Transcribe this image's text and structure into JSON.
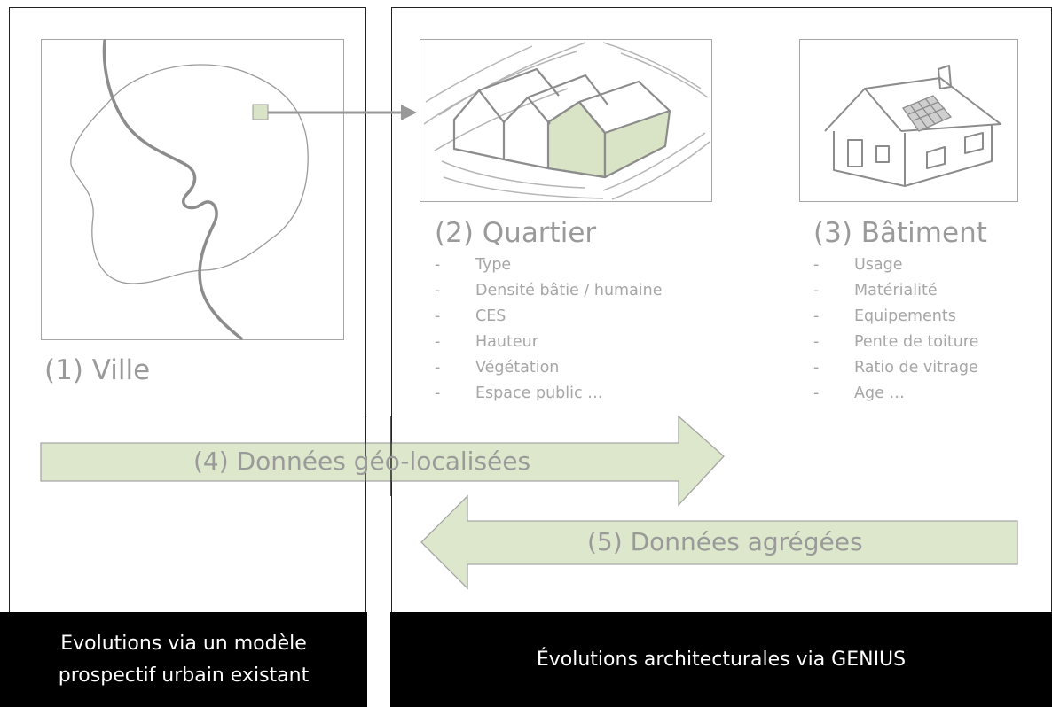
{
  "colors": {
    "accent_green": "#d9e4c6",
    "arrow_green": "#dde7cb",
    "sketch_gray": "#8c8c8c",
    "label_gray": "#9a9a9a",
    "bar_black": "#000000"
  },
  "ville": {
    "title": "(1) Ville"
  },
  "quartier": {
    "title": "(2) Quartier",
    "items": [
      {
        "dash": "-",
        "text": "Type"
      },
      {
        "dash": "-",
        "text": "Densité bâtie / humaine"
      },
      {
        "dash": "-",
        "text": "CES"
      },
      {
        "dash": "-",
        "text": "Hauteur"
      },
      {
        "dash": "-",
        "text": "Végétation"
      },
      {
        "dash": "-",
        "text": "Espace public …"
      }
    ]
  },
  "batiment": {
    "title": "(3) Bâtiment",
    "items": [
      {
        "dash": "-",
        "text": "Usage"
      },
      {
        "dash": "-",
        "text": "Matérialité"
      },
      {
        "dash": "-",
        "text": "Equipements"
      },
      {
        "dash": "-",
        "text": "Pente de toiture"
      },
      {
        "dash": "-",
        "text": "Ratio de vitrage"
      },
      {
        "dash": "-",
        "text": "Age …"
      }
    ]
  },
  "arrows": {
    "geo": "(4) Données géo-localisées",
    "aggregated": "(5) Données agrégées"
  },
  "footer": {
    "left_line1": "Evolutions via un modèle",
    "left_line2": "prospectif urbain existant",
    "right": "Évolutions architecturales via GENIUS"
  }
}
